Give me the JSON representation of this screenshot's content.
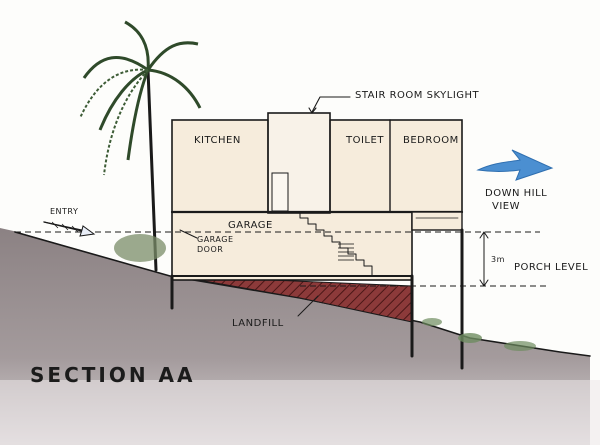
{
  "title": "SECTION AA",
  "labels": {
    "stair_room_skylight": "STAIR ROOM SKYLIGHT",
    "kitchen": "KITCHEN",
    "toilet": "TOILET",
    "bedroom": "BEDROOM",
    "garage": "GARAGE",
    "garage_door_line1": "GARAGE",
    "garage_door_line2": "DOOR",
    "entry": "ENTRY",
    "downhill_line1": "DOWN HILL",
    "downhill_line2": "VIEW",
    "porch_level": "PORCH LEVEL",
    "height_3m": "3m",
    "landfill": "LANDFILL"
  },
  "colors": {
    "ground": "#8a7e80",
    "house_fill": "#f6ecdc",
    "landfill": "#7a2d2d",
    "arrow_blue": "#4b8fd1",
    "palm_green": "#2f4a2a"
  }
}
